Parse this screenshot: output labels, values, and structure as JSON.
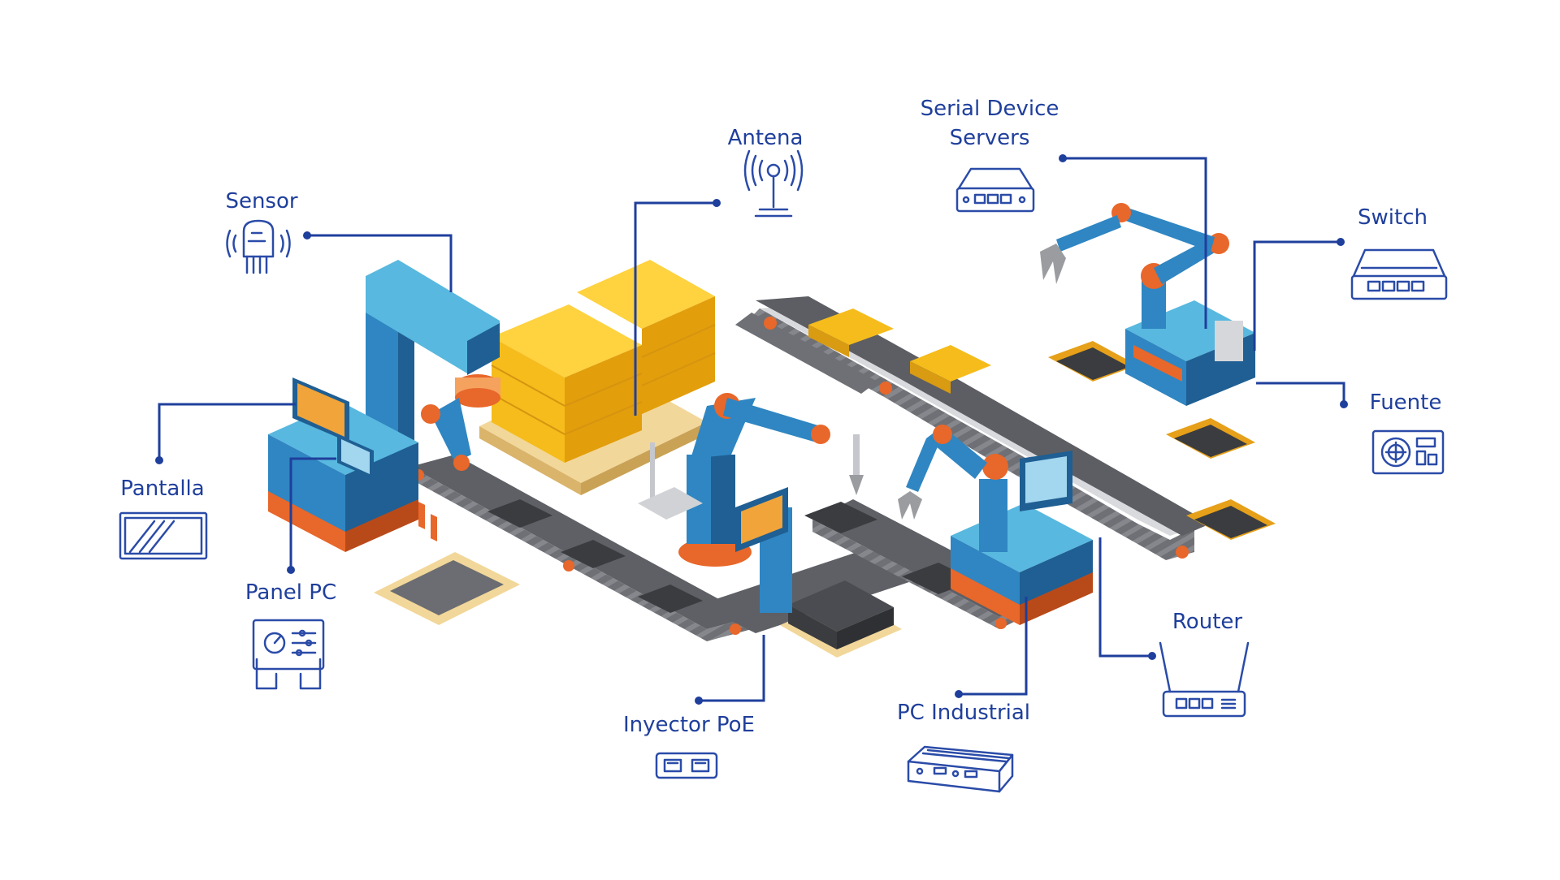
{
  "colors": {
    "accent": "#1f3f9c",
    "icon_stroke": "#2a4ba8",
    "machine_blue": "#2f86c2",
    "machine_light": "#58b8df",
    "machine_dark": "#1f5f93",
    "orange": "#e8672a",
    "yellow": "#f5bc1c",
    "belt": "#5f6166",
    "belt_top": "#8d8f94",
    "screen_orange": "#f0a43a"
  },
  "labels": {
    "sensor": "Sensor",
    "antena": "Antena",
    "serial_line1": "Serial Device",
    "serial_line2": "Servers",
    "switch": "Switch",
    "fuente": "Fuente",
    "pantalla": "Pantalla",
    "panel_pc": "Panel PC",
    "inyector_poe": "Inyector PoE",
    "pc_industrial": "PC Industrial",
    "router": "Router"
  },
  "icons": [
    "sensor-icon",
    "antenna-icon",
    "serial-server-icon",
    "switch-icon",
    "power-supply-icon",
    "monitor-icon",
    "panel-pc-icon",
    "poe-injector-icon",
    "industrial-pc-icon",
    "router-icon"
  ]
}
